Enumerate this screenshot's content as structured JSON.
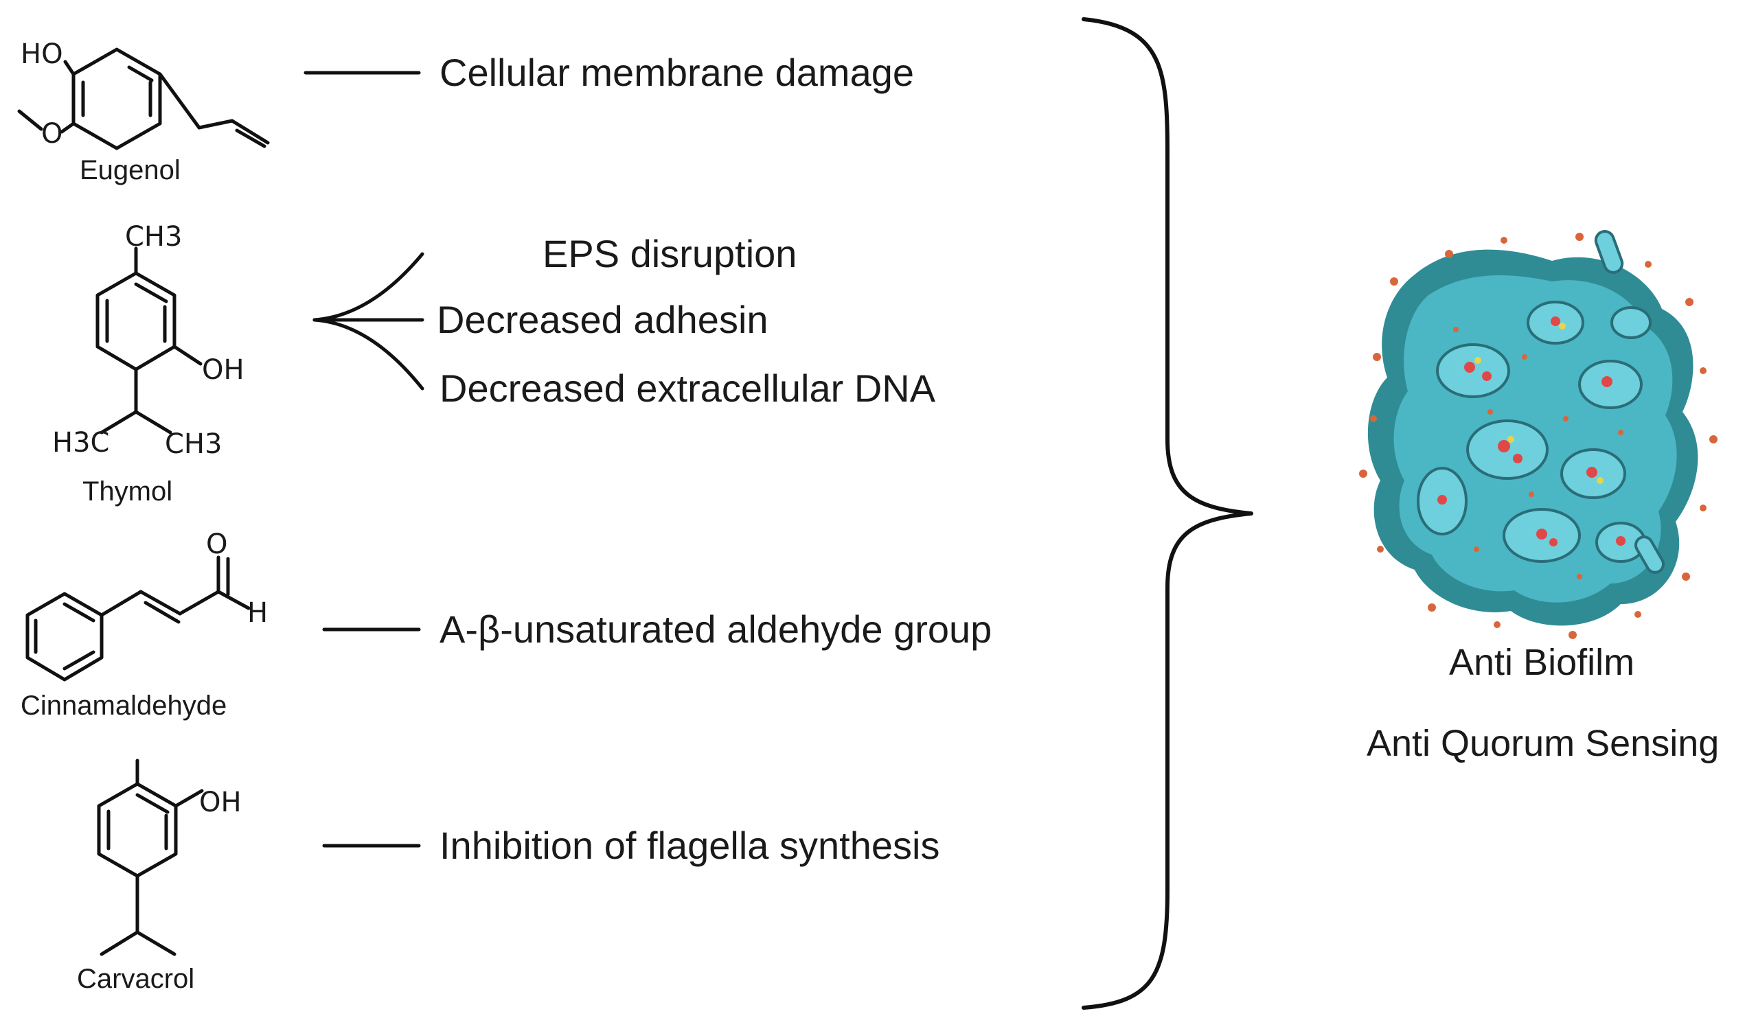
{
  "compounds": [
    {
      "name": "Eugenol",
      "labels": {
        "hydroxyl": "HO",
        "methoxy": "O"
      }
    },
    {
      "name": "Thymol",
      "labels": {
        "top": "CH3",
        "hydroxyl": "OH",
        "left": "H3C",
        "right": "CH3"
      }
    },
    {
      "name": "Cinnamaldehyde",
      "labels": {
        "oxygen": "O",
        "hydrogen": "H"
      }
    },
    {
      "name": "Carvacrol",
      "labels": {
        "hydroxyl": "OH"
      }
    }
  ],
  "mechanisms": {
    "eugenol": [
      "Cellular membrane damage"
    ],
    "thymol": [
      "EPS disruption",
      "Decreased adhesin",
      "Decreased extracellular DNA"
    ],
    "cinnamaldehyde": [
      "A-β-unsaturated aldehyde group"
    ],
    "carvacrol": [
      "Inhibition of flagella synthesis"
    ]
  },
  "results": [
    "Anti Biofilm",
    "Anti Quorum Sensing"
  ],
  "colors": {
    "biofilm_outer": "#2f8c95",
    "biofilm_cell": "#6dd0dc",
    "particle": "#d9663b",
    "line": "#111111"
  }
}
